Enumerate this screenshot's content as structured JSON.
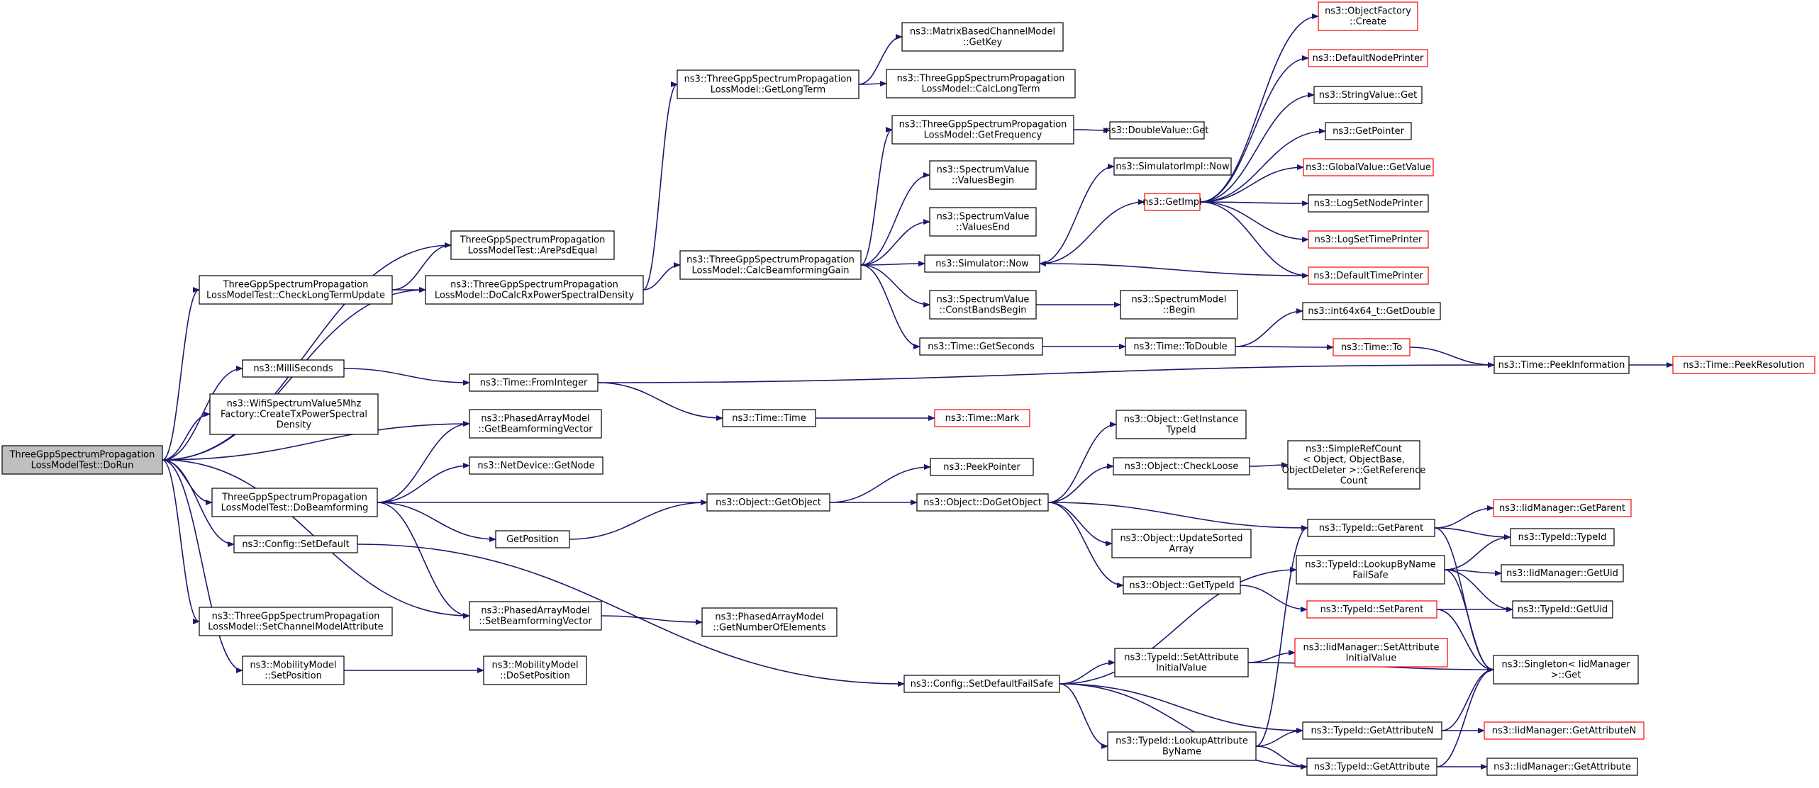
{
  "graph": {
    "root_id": "dorun",
    "colors": {
      "edge": "#191970",
      "root_fill": "#bfbfbf",
      "node_border": "#000000",
      "truncated_border": "#ff0000"
    },
    "nodes": [
      {
        "id": "dorun",
        "lines": [
          "ThreeGppSpectrumPropagation",
          "LossModelTest::DoRun"
        ],
        "root": true
      },
      {
        "id": "arepsd",
        "lines": [
          "ThreeGppSpectrumPropagation",
          "LossModelTest::ArePsdEqual"
        ]
      },
      {
        "id": "checklongterm",
        "lines": [
          "ThreeGppSpectrumPropagation",
          "LossModelTest::CheckLongTermUpdate"
        ]
      },
      {
        "id": "docalcrx",
        "lines": [
          "ns3::ThreeGppSpectrumPropagation",
          "LossModel::DoCalcRxPowerSpectralDensity"
        ]
      },
      {
        "id": "getlongterm",
        "lines": [
          "ns3::ThreeGppSpectrumPropagation",
          "LossModel::GetLongTerm"
        ]
      },
      {
        "id": "getkey",
        "lines": [
          "ns3::MatrixBasedChannelModel",
          "::GetKey"
        ]
      },
      {
        "id": "calclongterm",
        "lines": [
          "ns3::ThreeGppSpectrumPropagation",
          "LossModel::CalcLongTerm"
        ]
      },
      {
        "id": "getfrequency",
        "lines": [
          "ns3::ThreeGppSpectrumPropagation",
          "LossModel::GetFrequency"
        ]
      },
      {
        "id": "doubleget",
        "lines": [
          "ns3::DoubleValue::Get"
        ]
      },
      {
        "id": "valuesbegin",
        "lines": [
          "ns3::SpectrumValue",
          "::ValuesBegin"
        ]
      },
      {
        "id": "valuesend",
        "lines": [
          "ns3::SpectrumValue",
          "::ValuesEnd"
        ]
      },
      {
        "id": "calcbf",
        "lines": [
          "ns3::ThreeGppSpectrumPropagation",
          "LossModel::CalcBeamformingGain"
        ]
      },
      {
        "id": "simnow",
        "lines": [
          "ns3::Simulator::Now"
        ]
      },
      {
        "id": "constbands",
        "lines": [
          "ns3::SpectrumValue",
          "::ConstBandsBegin"
        ]
      },
      {
        "id": "timegetseconds",
        "lines": [
          "ns3::Time::GetSeconds"
        ]
      },
      {
        "id": "simimplnow",
        "lines": [
          "ns3::SimulatorImpl::Now"
        ]
      },
      {
        "id": "getimpl",
        "lines": [
          "ns3::GetImpl"
        ],
        "truncated": true
      },
      {
        "id": "spectrummodelbegin",
        "lines": [
          "ns3::SpectrumModel",
          "::Begin"
        ]
      },
      {
        "id": "todouble",
        "lines": [
          "ns3::Time::ToDouble"
        ]
      },
      {
        "id": "objfactorycreate",
        "lines": [
          "ns3::ObjectFactory",
          "::Create"
        ],
        "truncated": true
      },
      {
        "id": "defaultnodeprinter",
        "lines": [
          "ns3::DefaultNodePrinter"
        ],
        "truncated": true
      },
      {
        "id": "stringvalueget",
        "lines": [
          "ns3::StringValue::Get"
        ]
      },
      {
        "id": "getpointer",
        "lines": [
          "ns3::GetPointer"
        ]
      },
      {
        "id": "globalvalueget",
        "lines": [
          "ns3::GlobalValue::GetValue"
        ],
        "truncated": true
      },
      {
        "id": "logsetnodeprinter",
        "lines": [
          "ns3::LogSetNodePrinter"
        ]
      },
      {
        "id": "logsettimeprinter",
        "lines": [
          "ns3::LogSetTimePrinter"
        ],
        "truncated": true
      },
      {
        "id": "defaulttimeprinter",
        "lines": [
          "ns3::DefaultTimePrinter"
        ],
        "truncated": true
      },
      {
        "id": "int64getdouble",
        "lines": [
          "ns3::int64x64_t::GetDouble"
        ]
      },
      {
        "id": "timeto",
        "lines": [
          "ns3::Time::To"
        ],
        "truncated": true
      },
      {
        "id": "peekinfo",
        "lines": [
          "ns3::Time::PeekInformation"
        ]
      },
      {
        "id": "peekres",
        "lines": [
          "ns3::Time::PeekResolution"
        ],
        "truncated": true
      },
      {
        "id": "milliseconds",
        "lines": [
          "ns3::MilliSeconds"
        ]
      },
      {
        "id": "frominteger",
        "lines": [
          "ns3::Time::FromInteger"
        ]
      },
      {
        "id": "wifispectrum",
        "lines": [
          "ns3::WifiSpectrumValue5Mhz",
          "Factory::CreateTxPowerSpectral",
          "Density"
        ]
      },
      {
        "id": "timetime",
        "lines": [
          "ns3::Time::Time"
        ]
      },
      {
        "id": "timemark",
        "lines": [
          "ns3::Time::Mark"
        ],
        "truncated": true
      },
      {
        "id": "getbfvector",
        "lines": [
          "ns3::PhasedArrayModel",
          "::GetBeamformingVector"
        ]
      },
      {
        "id": "getnode",
        "lines": [
          "ns3::NetDevice::GetNode"
        ]
      },
      {
        "id": "dobeamforming",
        "lines": [
          "ThreeGppSpectrumPropagation",
          "LossModelTest::DoBeamforming"
        ]
      },
      {
        "id": "getobject",
        "lines": [
          "ns3::Object::GetObject"
        ]
      },
      {
        "id": "peekpointer",
        "lines": [
          "ns3::PeekPointer"
        ]
      },
      {
        "id": "dogetobject",
        "lines": [
          "ns3::Object::DoGetObject"
        ]
      },
      {
        "id": "getinstancetypeid",
        "lines": [
          "ns3::Object::GetInstance",
          "TypeId"
        ]
      },
      {
        "id": "checkloose",
        "lines": [
          "ns3::Object::CheckLoose"
        ]
      },
      {
        "id": "simplerefcount",
        "lines": [
          "ns3::SimpleRefCount",
          "< Object, ObjectBase,",
          "ObjectDeleter >::GetReference",
          "Count"
        ]
      },
      {
        "id": "getposition",
        "lines": [
          "GetPosition"
        ]
      },
      {
        "id": "configsetdefault",
        "lines": [
          "ns3::Config::SetDefault"
        ]
      },
      {
        "id": "updatesorted",
        "lines": [
          "ns3::Object::UpdateSorted",
          "Array"
        ]
      },
      {
        "id": "objgettypeid",
        "lines": [
          "ns3::Object::GetTypeId"
        ]
      },
      {
        "id": "typeidgetparent",
        "lines": [
          "ns3::TypeId::GetParent"
        ]
      },
      {
        "id": "iidgetparent",
        "lines": [
          "ns3::IidManager::GetParent"
        ],
        "truncated": true
      },
      {
        "id": "typeidtypeid",
        "lines": [
          "ns3::TypeId::TypeId"
        ]
      },
      {
        "id": "lookupbyname",
        "lines": [
          "ns3::TypeId::LookupByName",
          "FailSafe"
        ]
      },
      {
        "id": "iidgetuid",
        "lines": [
          "ns3::IidManager::GetUid"
        ]
      },
      {
        "id": "typeidsetparent",
        "lines": [
          "ns3::TypeId::SetParent"
        ],
        "truncated": true
      },
      {
        "id": "typeidgetuid",
        "lines": [
          "ns3::TypeId::GetUid"
        ]
      },
      {
        "id": "setchannelmodelattr",
        "lines": [
          "ns3::ThreeGppSpectrumPropagation",
          "LossModel::SetChannelModelAttribute"
        ]
      },
      {
        "id": "setbfvector",
        "lines": [
          "ns3::PhasedArrayModel",
          "::SetBeamformingVector"
        ]
      },
      {
        "id": "getnumelements",
        "lines": [
          "ns3::PhasedArrayModel",
          "::GetNumberOfElements"
        ]
      },
      {
        "id": "setattrinitial",
        "lines": [
          "ns3::TypeId::SetAttribute",
          "InitialValue"
        ]
      },
      {
        "id": "iidsetattrinitial",
        "lines": [
          "ns3::IidManager::SetAttribute",
          "InitialValue"
        ],
        "truncated": true
      },
      {
        "id": "singletonget",
        "lines": [
          "ns3::Singleton< IidManager",
          ">::Get"
        ]
      },
      {
        "id": "mobsetposition",
        "lines": [
          "ns3::MobilityModel",
          "::SetPosition"
        ]
      },
      {
        "id": "mobdosetposition",
        "lines": [
          "ns3::MobilityModel",
          "::DoSetPosition"
        ]
      },
      {
        "id": "setdefaultfailsafe",
        "lines": [
          "ns3::Config::SetDefaultFailSafe"
        ]
      },
      {
        "id": "lookupattrbyname",
        "lines": [
          "ns3::TypeId::LookupAttribute",
          "ByName"
        ]
      },
      {
        "id": "getattributen",
        "lines": [
          "ns3::TypeId::GetAttributeN"
        ]
      },
      {
        "id": "iidgetattributen",
        "lines": [
          "ns3::IidManager::GetAttributeN"
        ],
        "truncated": true
      },
      {
        "id": "typeidgetattribute",
        "lines": [
          "ns3::TypeId::GetAttribute"
        ]
      },
      {
        "id": "iidgetattribute",
        "lines": [
          "ns3::IidManager::GetAttribute"
        ]
      }
    ],
    "edges": [
      [
        "dorun",
        "arepsd"
      ],
      [
        "dorun",
        "checklongterm"
      ],
      [
        "dorun",
        "docalcrx"
      ],
      [
        "dorun",
        "milliseconds"
      ],
      [
        "dorun",
        "wifispectrum"
      ],
      [
        "dorun",
        "getbfvector"
      ],
      [
        "dorun",
        "dobeamforming"
      ],
      [
        "dorun",
        "configsetdefault"
      ],
      [
        "dorun",
        "setbfvector"
      ],
      [
        "dorun",
        "setchannelmodelattr"
      ],
      [
        "dorun",
        "mobsetposition"
      ],
      [
        "checklongterm",
        "arepsd"
      ],
      [
        "checklongterm",
        "docalcrx"
      ],
      [
        "docalcrx",
        "getlongterm"
      ],
      [
        "docalcrx",
        "calcbf"
      ],
      [
        "getlongterm",
        "getkey"
      ],
      [
        "getlongterm",
        "calclongterm"
      ],
      [
        "calcbf",
        "getfrequency"
      ],
      [
        "calcbf",
        "valuesbegin"
      ],
      [
        "calcbf",
        "valuesend"
      ],
      [
        "calcbf",
        "simnow"
      ],
      [
        "calcbf",
        "constbands"
      ],
      [
        "calcbf",
        "timegetseconds"
      ],
      [
        "getfrequency",
        "doubleget"
      ],
      [
        "simnow",
        "simimplnow"
      ],
      [
        "simnow",
        "getimpl"
      ],
      [
        "constbands",
        "spectrummodelbegin"
      ],
      [
        "timegetseconds",
        "todouble"
      ],
      [
        "todouble",
        "int64getdouble"
      ],
      [
        "todouble",
        "timeto"
      ],
      [
        "timeto",
        "peekinfo"
      ],
      [
        "peekinfo",
        "peekres"
      ],
      [
        "getimpl",
        "objfactorycreate"
      ],
      [
        "getimpl",
        "defaultnodeprinter"
      ],
      [
        "getimpl",
        "stringvalueget"
      ],
      [
        "getimpl",
        "getpointer"
      ],
      [
        "getimpl",
        "globalvalueget"
      ],
      [
        "getimpl",
        "logsetnodeprinter"
      ],
      [
        "getimpl",
        "logsettimeprinter"
      ],
      [
        "getimpl",
        "defaulttimeprinter"
      ],
      [
        "defaulttimeprinter",
        "simnow"
      ],
      [
        "milliseconds",
        "frominteger"
      ],
      [
        "frominteger",
        "peekinfo"
      ],
      [
        "frominteger",
        "timetime"
      ],
      [
        "timetime",
        "timemark"
      ],
      [
        "dobeamforming",
        "getbfvector"
      ],
      [
        "dobeamforming",
        "getnode"
      ],
      [
        "dobeamforming",
        "getobject"
      ],
      [
        "dobeamforming",
        "getposition"
      ],
      [
        "dobeamforming",
        "setbfvector"
      ],
      [
        "getposition",
        "getobject"
      ],
      [
        "getobject",
        "peekpointer"
      ],
      [
        "getobject",
        "dogetobject"
      ],
      [
        "dogetobject",
        "getinstancetypeid"
      ],
      [
        "dogetobject",
        "checkloose"
      ],
      [
        "dogetobject",
        "updatesorted"
      ],
      [
        "dogetobject",
        "objgettypeid"
      ],
      [
        "dogetobject",
        "typeidgetparent"
      ],
      [
        "checkloose",
        "simplerefcount"
      ],
      [
        "objgettypeid",
        "typeidsetparent"
      ],
      [
        "typeidgetparent",
        "iidgetparent"
      ],
      [
        "typeidgetparent",
        "typeidtypeid"
      ],
      [
        "typeidgetparent",
        "singletonget"
      ],
      [
        "lookupbyname",
        "typeidtypeid"
      ],
      [
        "lookupbyname",
        "iidgetuid"
      ],
      [
        "lookupbyname",
        "typeidgetuid"
      ],
      [
        "lookupbyname",
        "singletonget"
      ],
      [
        "typeidsetparent",
        "typeidgetuid"
      ],
      [
        "typeidsetparent",
        "singletonget"
      ],
      [
        "configsetdefault",
        "setdefaultfailsafe"
      ],
      [
        "setbfvector",
        "getnumelements"
      ],
      [
        "mobsetposition",
        "mobdosetposition"
      ],
      [
        "setdefaultfailsafe",
        "lookupbyname"
      ],
      [
        "setdefaultfailsafe",
        "setattrinitial"
      ],
      [
        "setdefaultfailsafe",
        "lookupattrbyname"
      ],
      [
        "setdefaultfailsafe",
        "getattributen"
      ],
      [
        "setdefaultfailsafe",
        "typeidgetattribute"
      ],
      [
        "setattrinitial",
        "iidsetattrinitial"
      ],
      [
        "setattrinitial",
        "singletonget"
      ],
      [
        "lookupattrbyname",
        "typeidgetparent"
      ],
      [
        "lookupattrbyname",
        "getattributen"
      ],
      [
        "lookupattrbyname",
        "typeidgetattribute"
      ],
      [
        "getattributen",
        "iidgetattributen"
      ],
      [
        "getattributen",
        "singletonget"
      ],
      [
        "typeidgetattribute",
        "iidgetattribute"
      ],
      [
        "typeidgetattribute",
        "singletonget"
      ]
    ]
  }
}
